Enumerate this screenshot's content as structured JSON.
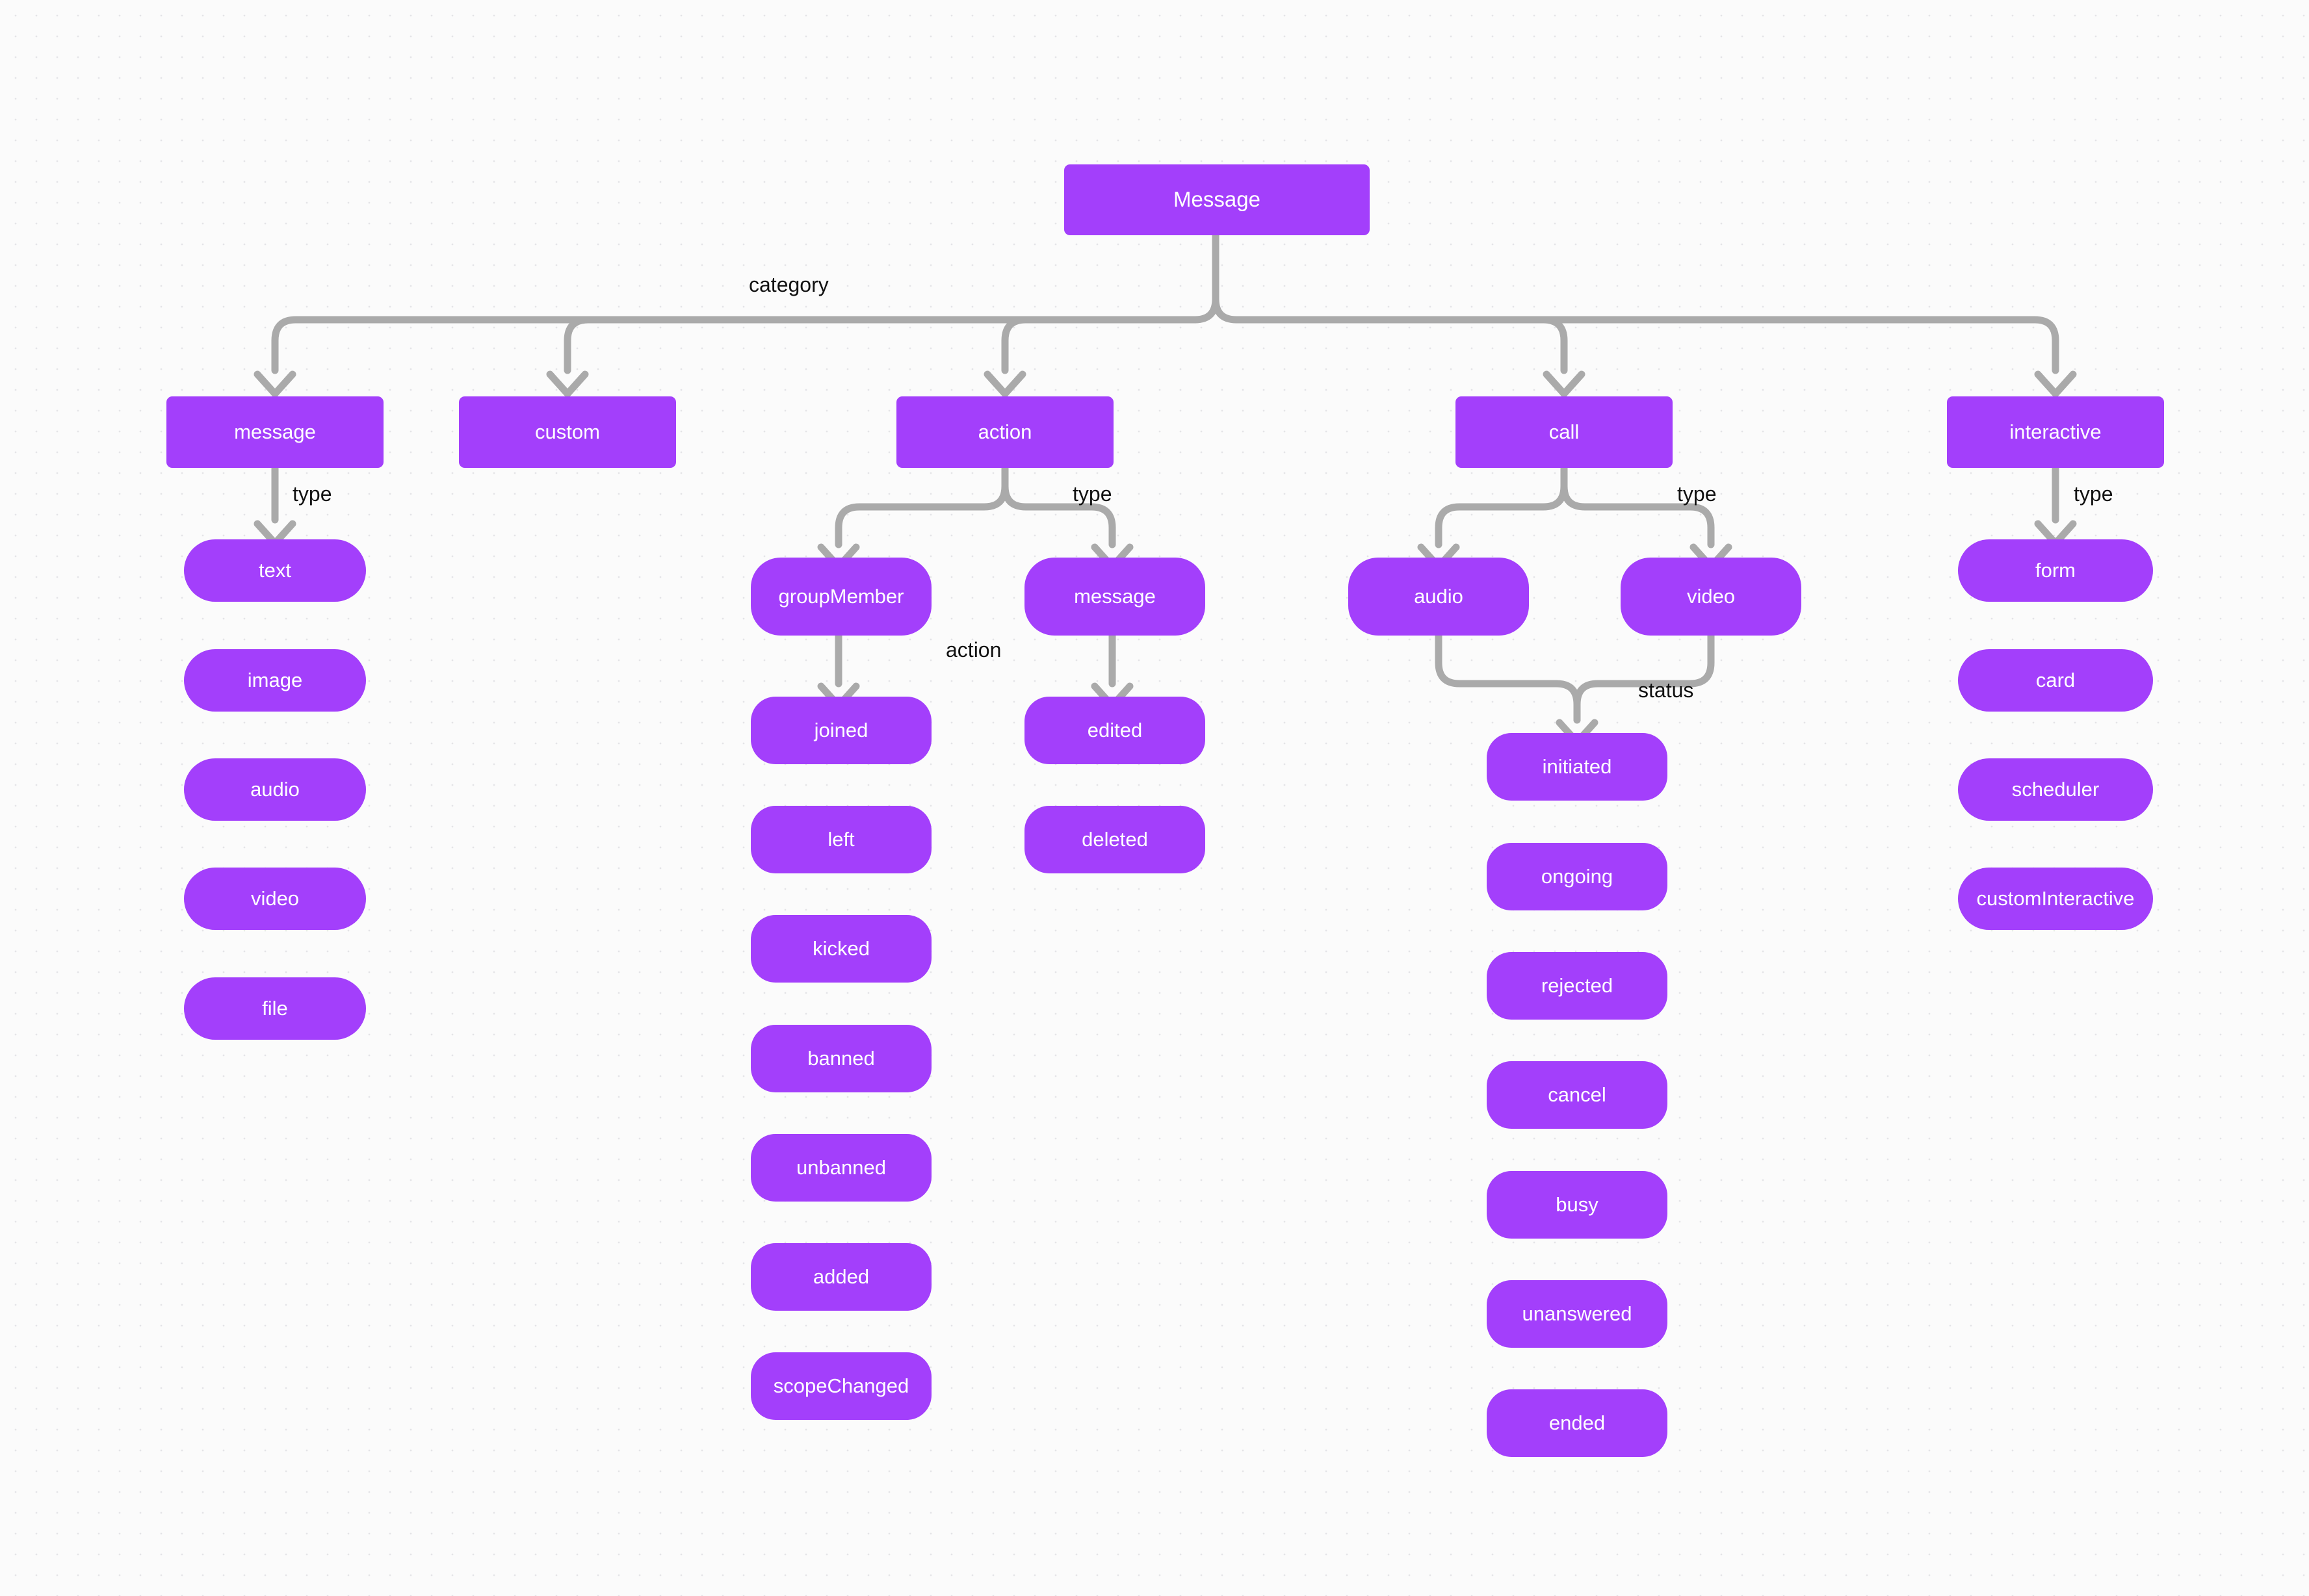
{
  "diagram": {
    "title": "Message",
    "colors": {
      "node_fill": "#A33FFB",
      "node_text": "#FFFFFF",
      "edge_stroke": "#AAAAAA",
      "label_text": "#111111",
      "background": "#FBFBFB",
      "grid_dot": "#E4E4E7"
    },
    "root": {
      "label": "Message"
    },
    "edge_labels": {
      "category": "category",
      "type_message": "type",
      "type_action": "type",
      "type_call": "type",
      "type_interactive": "type",
      "action": "action",
      "status": "status"
    },
    "categories": [
      {
        "id": "message",
        "label": "message"
      },
      {
        "id": "custom",
        "label": "custom"
      },
      {
        "id": "action",
        "label": "action"
      },
      {
        "id": "call",
        "label": "call"
      },
      {
        "id": "interactive",
        "label": "interactive"
      }
    ],
    "message_types": [
      {
        "label": "text"
      },
      {
        "label": "image"
      },
      {
        "label": "audio"
      },
      {
        "label": "video"
      },
      {
        "label": "file"
      }
    ],
    "action_types": [
      {
        "label": "groupMember"
      },
      {
        "label": "message"
      }
    ],
    "group_member_actions": [
      {
        "label": "joined"
      },
      {
        "label": "left"
      },
      {
        "label": "kicked"
      },
      {
        "label": "banned"
      },
      {
        "label": "unbanned"
      },
      {
        "label": "added"
      },
      {
        "label": "scopeChanged"
      }
    ],
    "message_actions": [
      {
        "label": "edited"
      },
      {
        "label": "deleted"
      }
    ],
    "call_types": [
      {
        "label": "audio"
      },
      {
        "label": "video"
      }
    ],
    "call_statuses": [
      {
        "label": "initiated"
      },
      {
        "label": "ongoing"
      },
      {
        "label": "rejected"
      },
      {
        "label": "cancel"
      },
      {
        "label": "busy"
      },
      {
        "label": "unanswered"
      },
      {
        "label": "ended"
      }
    ],
    "interactive_types": [
      {
        "label": "form"
      },
      {
        "label": "card"
      },
      {
        "label": "scheduler"
      },
      {
        "label": "customInteractive"
      }
    ]
  }
}
